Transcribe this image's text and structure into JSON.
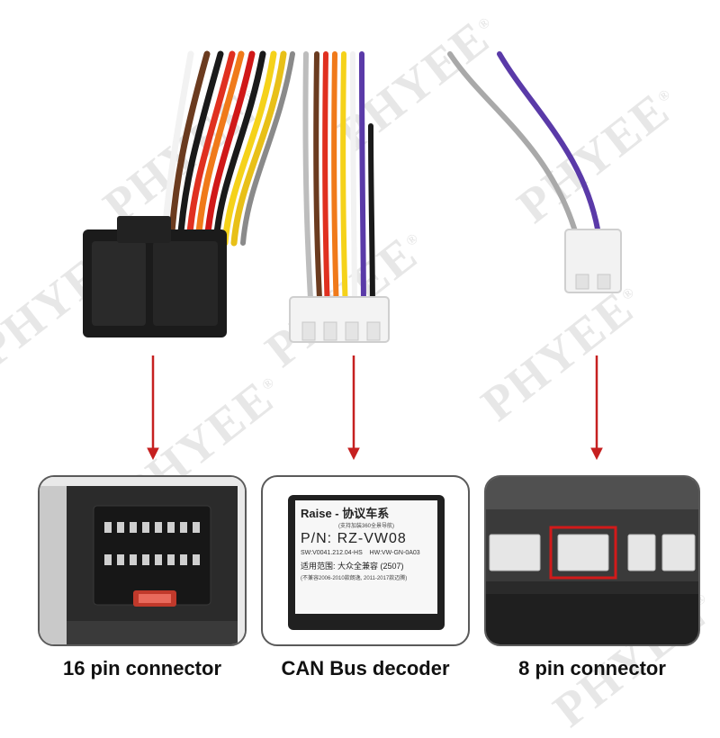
{
  "brand": {
    "watermark_text": "PHYEE",
    "registered_mark": "®"
  },
  "panels": [
    {
      "caption": "16 pin connector"
    },
    {
      "caption": "CAN Bus decoder",
      "label": {
        "title": "Raise - 协议车系",
        "subtitle": "(支持加装360全景导航)",
        "part_number": "P/N: RZ-VW08",
        "sw": "SW:V0041.212.04-HS",
        "hw": "HW:VW-GN-0A03",
        "range": "适用范围: 大众全兼容 (2507)",
        "note": "(不兼容2006-2010款朗逸, 2011-2017款迈腾)"
      }
    },
    {
      "caption": "8 pin connector"
    }
  ],
  "colors": {
    "arrow": "#c62020",
    "highlight": "#d21a1a",
    "panel_border": "#5a5a5a"
  }
}
